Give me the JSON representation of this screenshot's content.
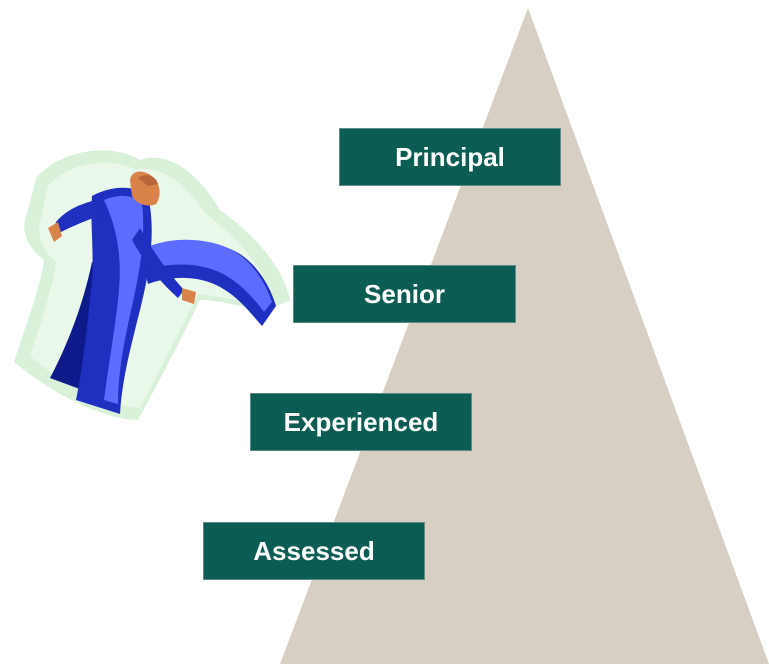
{
  "levels": [
    {
      "label": "Principal"
    },
    {
      "label": "Senior"
    },
    {
      "label": "Experienced"
    },
    {
      "label": "Assessed"
    }
  ],
  "colors": {
    "pyramid": "#d7cfc3",
    "box_fill": "#0b5c52",
    "box_text": "#ffffff",
    "figure_suit": "#1f2fbf",
    "figure_suit_highlight": "#5b6cff",
    "figure_shadow": "#cfeccf",
    "figure_skin": "#d9834a"
  },
  "illustration": {
    "icon": "climbing-man-icon"
  }
}
